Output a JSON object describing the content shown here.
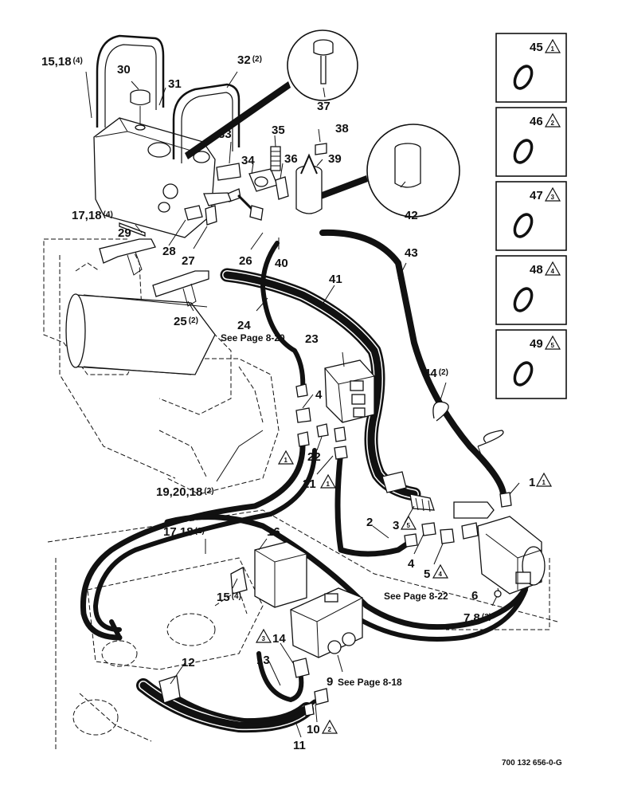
{
  "callouts": {
    "c15_18": {
      "num": "15,18",
      "qty": "(4)"
    },
    "c30": {
      "num": "30"
    },
    "c31": {
      "num": "31"
    },
    "c32": {
      "num": "32",
      "qty": "(2)"
    },
    "c37": {
      "num": "37"
    },
    "c33": {
      "num": "33"
    },
    "c35": {
      "num": "35"
    },
    "c38": {
      "num": "38"
    },
    "c34": {
      "num": "34"
    },
    "c36": {
      "num": "36"
    },
    "c39": {
      "num": "39"
    },
    "c42": {
      "num": "42"
    },
    "c17_18a": {
      "num": "17,18",
      "qty": "(4)"
    },
    "c29": {
      "num": "29"
    },
    "c28": {
      "num": "28"
    },
    "c27": {
      "num": "27"
    },
    "c26": {
      "num": "26"
    },
    "c40": {
      "num": "40"
    },
    "c43": {
      "num": "43"
    },
    "c41": {
      "num": "41"
    },
    "c25": {
      "num": "25",
      "qty": "(2)"
    },
    "c24": {
      "num": "24"
    },
    "c23": {
      "num": "23"
    },
    "c44": {
      "num": "44",
      "qty": "(2)"
    },
    "c4a": {
      "num": "4"
    },
    "c22": {
      "num": "22"
    },
    "c21": {
      "num": "21",
      "badge": "1"
    },
    "c19_20_18": {
      "num": "19,20,18",
      "qty": "(2)"
    },
    "c1": {
      "num": "1",
      "badge": "1"
    },
    "c2": {
      "num": "2"
    },
    "c3": {
      "num": "3",
      "badge": "5"
    },
    "c4b": {
      "num": "4"
    },
    "c5": {
      "num": "5",
      "badge": "4"
    },
    "c6": {
      "num": "6"
    },
    "c7_8": {
      "num": "7,8",
      "qty": "(2)"
    },
    "c17_18b": {
      "num": "17,18",
      "qty": "(2)"
    },
    "c16": {
      "num": "16"
    },
    "c15": {
      "num": "15",
      "qty": "(4)"
    },
    "c14": {
      "num": "14",
      "badge": "3"
    },
    "c12": {
      "num": "12"
    },
    "c13": {
      "num": "13"
    },
    "c9": {
      "num": "9"
    },
    "c10": {
      "num": "10",
      "badge": "2"
    },
    "c11": {
      "num": "11"
    },
    "c_hose_badge": {
      "badge": "1"
    }
  },
  "notes": {
    "see_8_20": "See Page 8-20",
    "see_8_22": "See Page 8-22",
    "see_8_18": "See Page 8-18"
  },
  "legend": [
    {
      "num": "45",
      "badge": "1"
    },
    {
      "num": "46",
      "badge": "2"
    },
    {
      "num": "47",
      "badge": "3"
    },
    {
      "num": "48",
      "badge": "4"
    },
    {
      "num": "49",
      "badge": "5"
    }
  ],
  "figure_id": "700 132 656-0-G"
}
